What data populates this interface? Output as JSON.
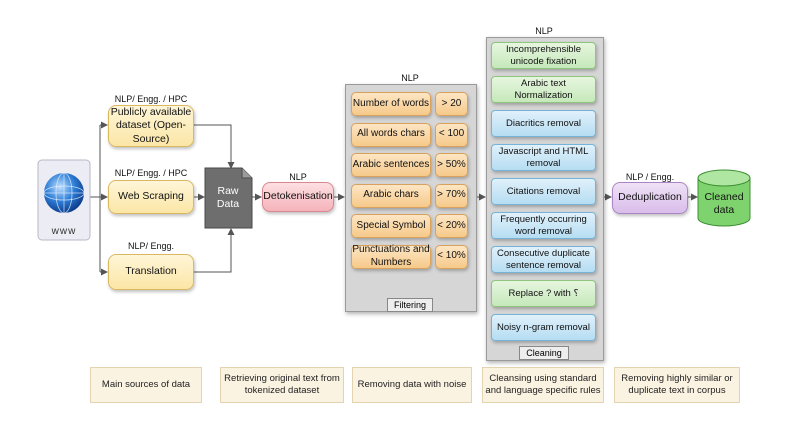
{
  "sources": {
    "www_label": "www",
    "items": [
      {
        "tag": "NLP/ Engg. / HPC",
        "label": "Publicly available dataset (Open-Source)"
      },
      {
        "tag": "NLP/ Engg. / HPC",
        "label": "Web Scraping"
      },
      {
        "tag": "NLP/ Engg.",
        "label": "Translation"
      }
    ]
  },
  "raw_data": {
    "label": "Raw Data"
  },
  "detokenisation": {
    "tag": "NLP",
    "label": "Detokenisation"
  },
  "filtering": {
    "tag": "NLP",
    "caption": "Filtering",
    "rules": [
      {
        "label": "Number of words",
        "threshold": "> 20"
      },
      {
        "label": "All words chars",
        "threshold": "< 100"
      },
      {
        "label": "Arabic sentences",
        "threshold": "> 50%"
      },
      {
        "label": "Arabic chars",
        "threshold": "> 70%"
      },
      {
        "label": "Special Symbol",
        "threshold": "< 20%"
      },
      {
        "label": "Punctuations and Numbers",
        "threshold": "< 10%"
      }
    ]
  },
  "cleaning": {
    "tag": "NLP",
    "caption": "Cleaning",
    "steps": [
      {
        "label": "Incomprehensible unicode fixation",
        "color": "green"
      },
      {
        "label": "Arabic text Normalization",
        "color": "green"
      },
      {
        "label": "Diacritics removal",
        "color": "blue"
      },
      {
        "label": "Javascript and HTML removal",
        "color": "blue"
      },
      {
        "label": "Citations removal",
        "color": "blue"
      },
      {
        "label": "Frequently occurring word removal",
        "color": "blue"
      },
      {
        "label": "Consecutive duplicate sentence removal",
        "color": "blue"
      },
      {
        "label": "Replace ? with ؟",
        "color": "green"
      },
      {
        "label": "Noisy n-gram removal",
        "color": "blue"
      }
    ]
  },
  "deduplication": {
    "tag": "NLP / Engg.",
    "label": "Deduplication"
  },
  "cleaned_data": {
    "label": "Cleaned data"
  },
  "descriptions": [
    "Main sources of data",
    "Retrieving original text from tokenized dataset",
    "Removing data with noise",
    "Cleansing using standard and language specific rules",
    "Removing highly similar or duplicate text in corpus"
  ],
  "colors": {
    "arrow": "#555555",
    "panel": "#d6d6d6",
    "raw_data": "#6e6e6e",
    "cylinder": "#7fd36e"
  }
}
